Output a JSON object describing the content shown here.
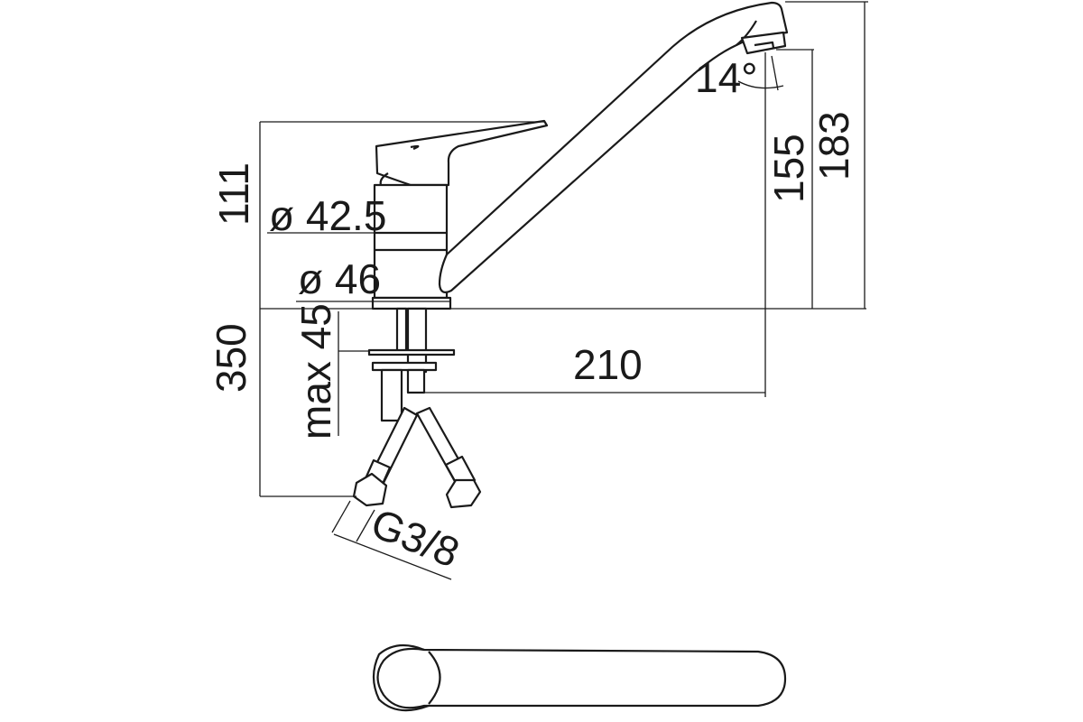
{
  "title": "Single-lever kitchen faucet dimension drawing",
  "dimensions": {
    "body_height": "111",
    "body_diameter_upper": "ø 42.5",
    "body_diameter_base": "ø 46",
    "aerator_height": "155",
    "total_height": "183",
    "spout_angle": "14°",
    "spout_reach": "210",
    "hose_length": "350",
    "max_counter_thickness": "max 45",
    "connection_thread": "G3/8"
  },
  "colors": {
    "line": "#1a1a1a",
    "background": "#ffffff"
  }
}
